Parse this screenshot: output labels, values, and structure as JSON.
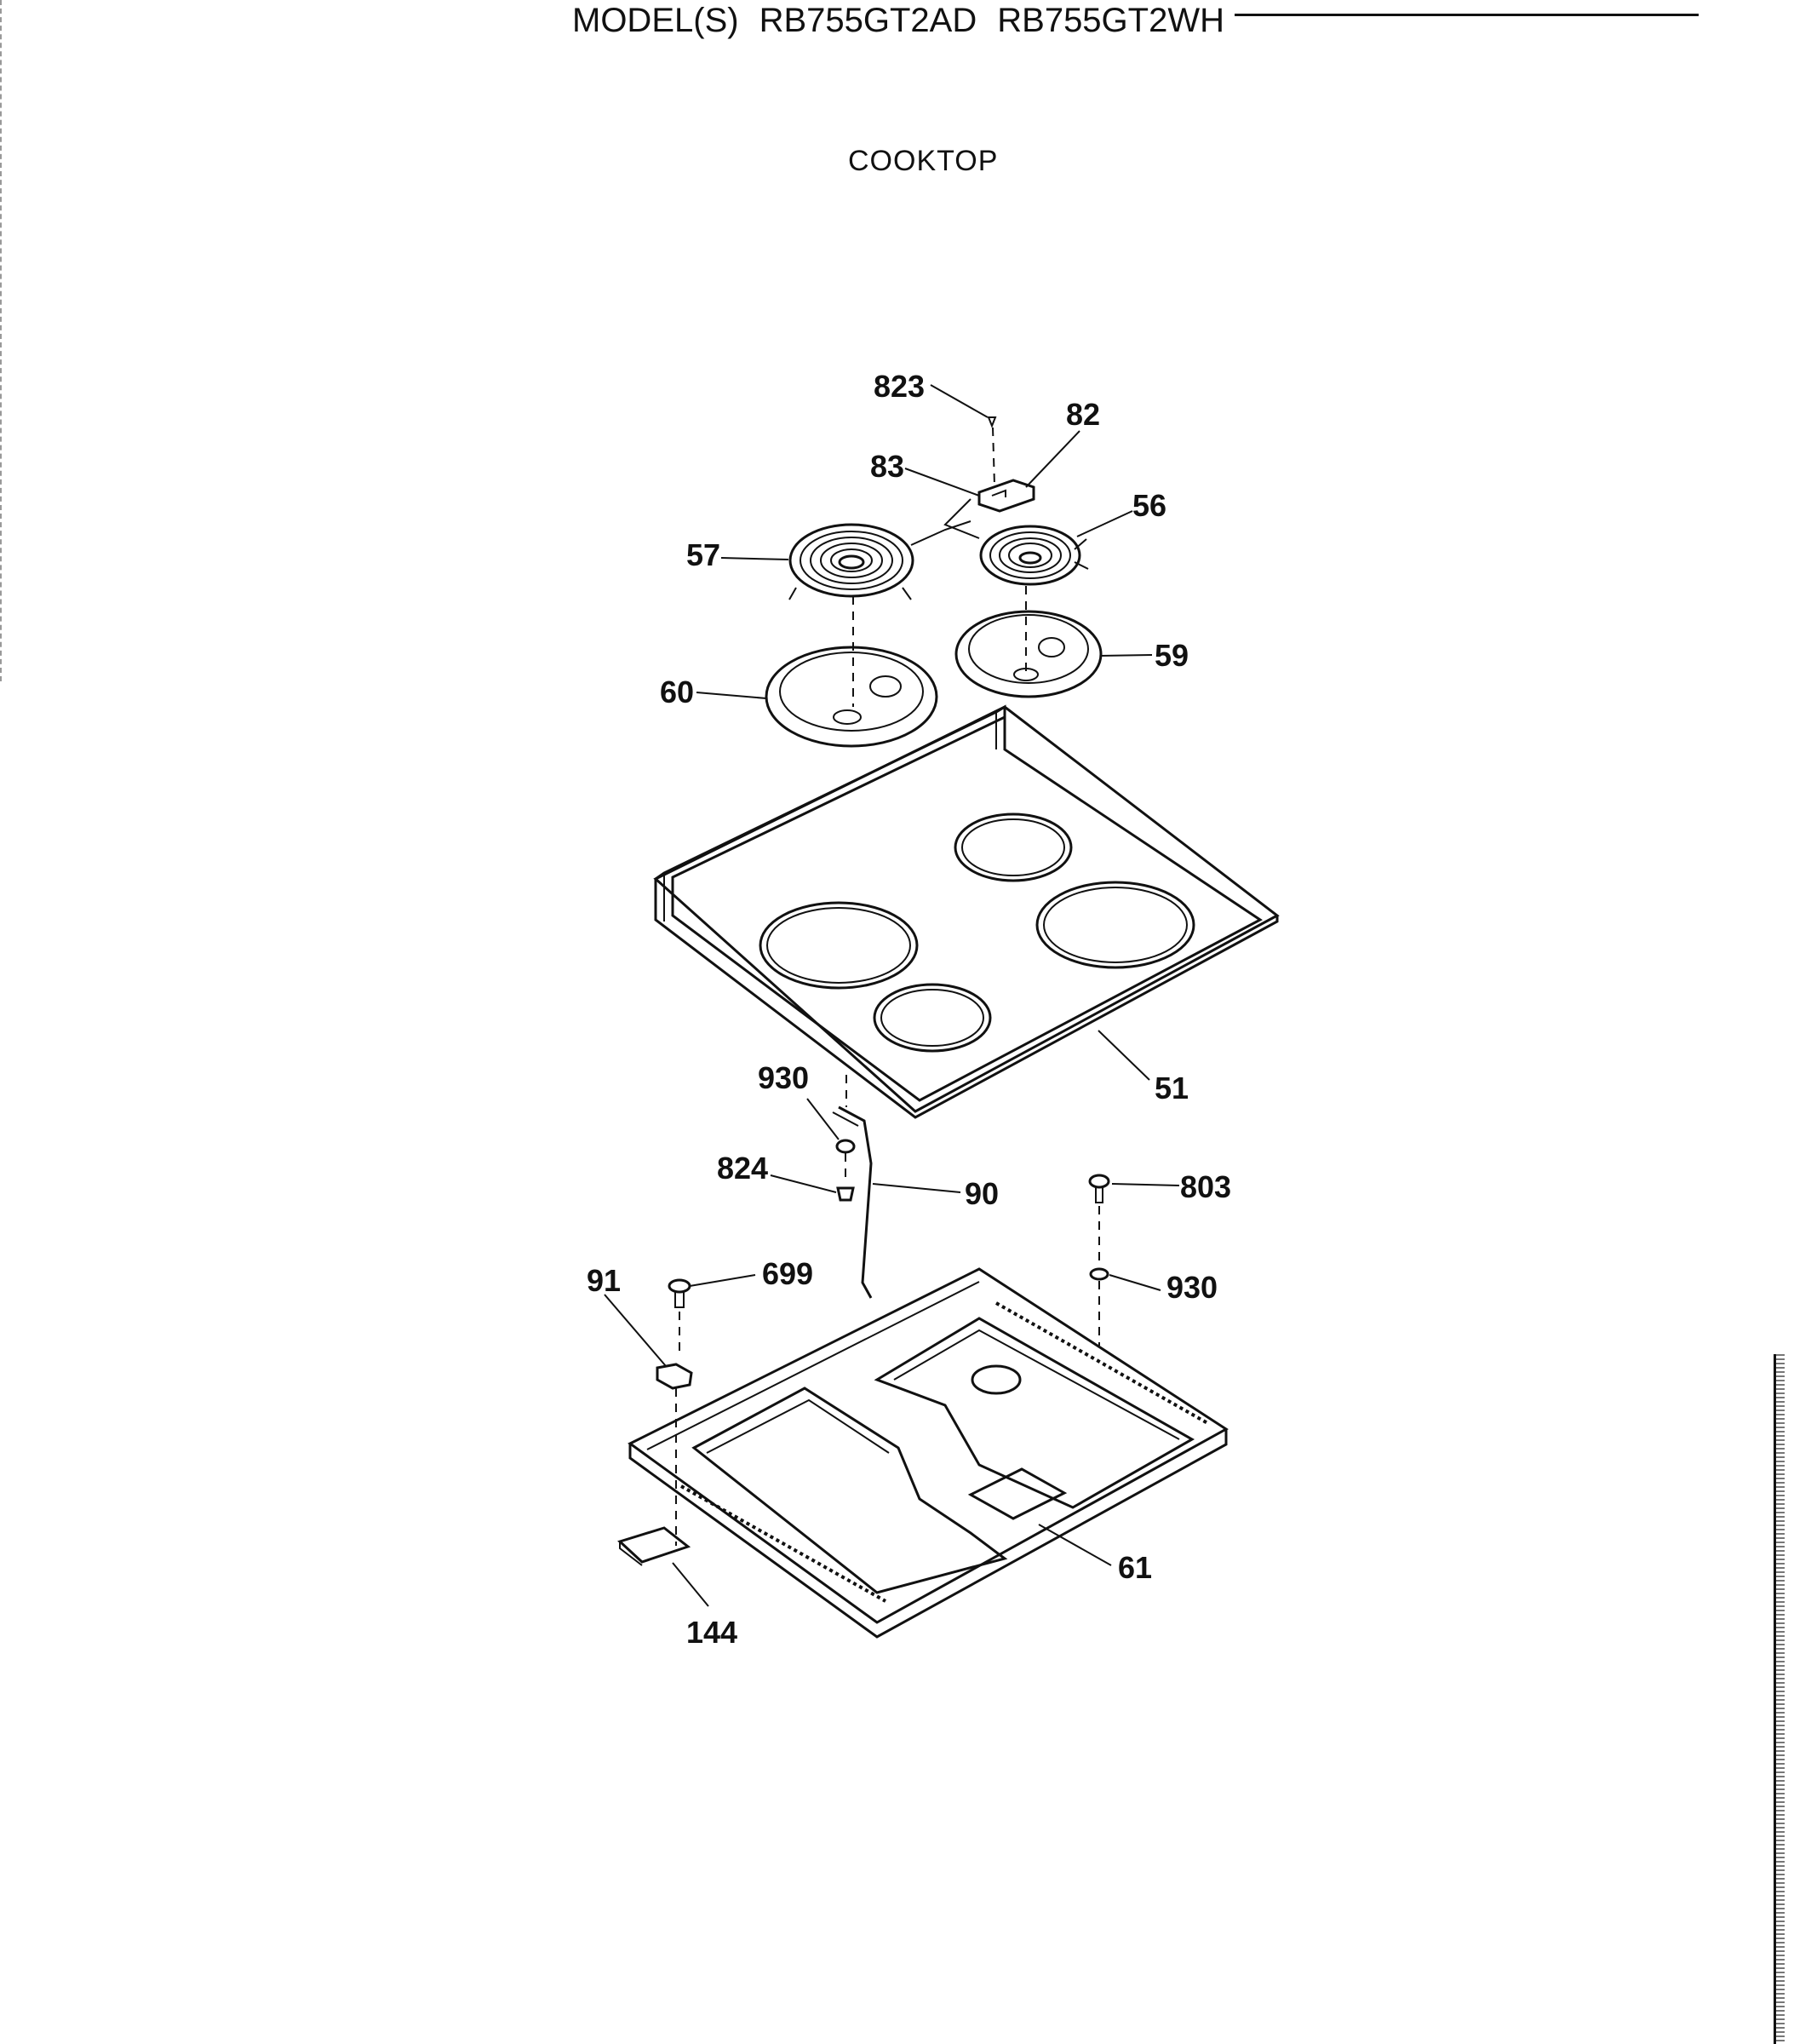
{
  "header": {
    "model_label": "MODEL(S)",
    "models": [
      "RB755GT2AD",
      "RB755GT2WH"
    ]
  },
  "section_title": "COOKTOP",
  "callouts": {
    "c823": "823",
    "c82": "82",
    "c83": "83",
    "c56": "56",
    "c57": "57",
    "c59": "59",
    "c60": "60",
    "c51": "51",
    "c930a": "930",
    "c824": "824",
    "c90": "90",
    "c803": "803",
    "c91": "91",
    "c699": "699",
    "c930b": "930",
    "c61": "61",
    "c144": "144"
  }
}
